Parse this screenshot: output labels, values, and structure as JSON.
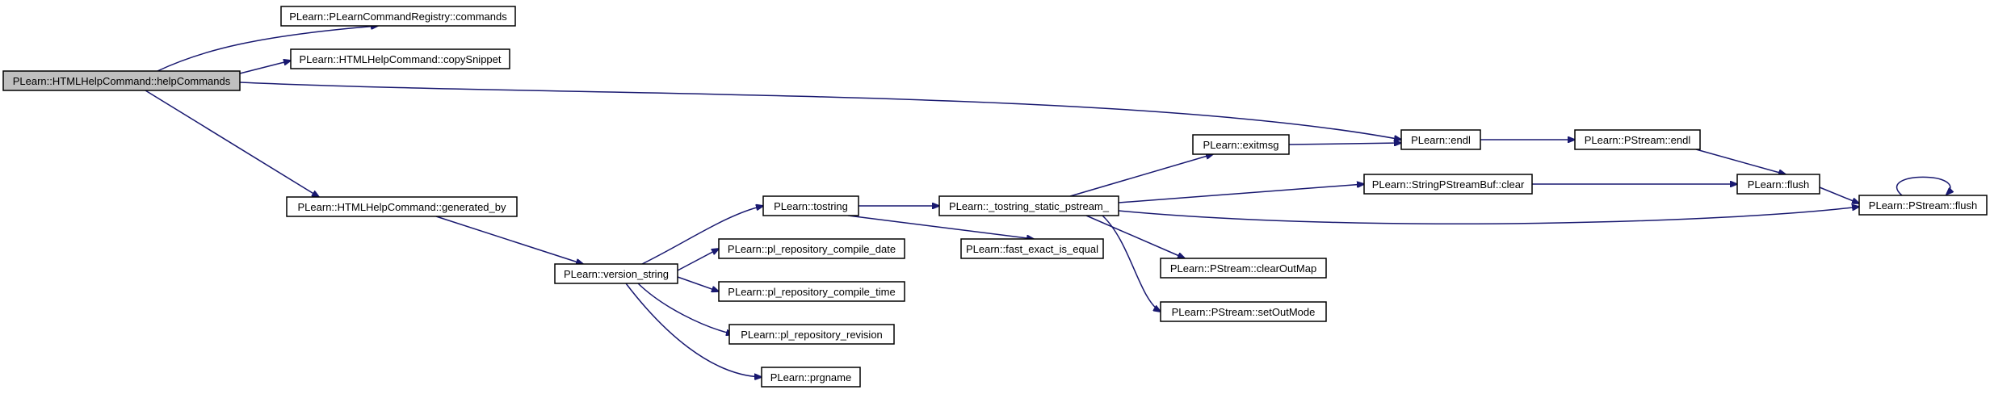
{
  "colors": {
    "edge": "#191970",
    "node_fill": "#ffffff",
    "root_fill": "#bfbfbf",
    "border": "#000000"
  },
  "nodes": [
    {
      "id": "helpCommands",
      "label": "PLearn::HTMLHelpCommand::helpCommands",
      "root": true
    },
    {
      "id": "commands",
      "label": "PLearn::PLearnCommandRegistry::commands"
    },
    {
      "id": "copySnippet",
      "label": "PLearn::HTMLHelpCommand::copySnippet"
    },
    {
      "id": "endl",
      "label": "PLearn::endl"
    },
    {
      "id": "generated_by",
      "label": "PLearn::HTMLHelpCommand::generated_by"
    },
    {
      "id": "version_string",
      "label": "PLearn::version_string"
    },
    {
      "id": "tostring",
      "label": "PLearn::tostring"
    },
    {
      "id": "compile_date",
      "label": "PLearn::pl_repository_compile_date"
    },
    {
      "id": "compile_time",
      "label": "PLearn::pl_repository_compile_time"
    },
    {
      "id": "revision",
      "label": "PLearn::pl_repository_revision"
    },
    {
      "id": "prgname",
      "label": "PLearn::prgname"
    },
    {
      "id": "tostring_static",
      "label": "PLearn::_tostring_static_pstream_"
    },
    {
      "id": "fast_exact",
      "label": "PLearn::fast_exact_is_equal"
    },
    {
      "id": "exitmsg",
      "label": "PLearn::exitmsg"
    },
    {
      "id": "sbuf_clear",
      "label": "PLearn::StringPStreamBuf::clear"
    },
    {
      "id": "clearOutMap",
      "label": "PLearn::PStream::clearOutMap"
    },
    {
      "id": "setOutMode",
      "label": "PLearn::PStream::setOutMode"
    },
    {
      "id": "pstream_endl",
      "label": "PLearn::PStream::endl"
    },
    {
      "id": "flush",
      "label": "PLearn::flush"
    },
    {
      "id": "pstream_flush",
      "label": "PLearn::PStream::flush"
    }
  ],
  "edges": [
    {
      "from": "helpCommands",
      "to": "commands"
    },
    {
      "from": "helpCommands",
      "to": "copySnippet"
    },
    {
      "from": "helpCommands",
      "to": "endl"
    },
    {
      "from": "helpCommands",
      "to": "generated_by"
    },
    {
      "from": "generated_by",
      "to": "version_string"
    },
    {
      "from": "version_string",
      "to": "tostring"
    },
    {
      "from": "version_string",
      "to": "compile_date"
    },
    {
      "from": "version_string",
      "to": "compile_time"
    },
    {
      "from": "version_string",
      "to": "revision"
    },
    {
      "from": "version_string",
      "to": "prgname"
    },
    {
      "from": "tostring",
      "to": "tostring_static"
    },
    {
      "from": "tostring",
      "to": "fast_exact"
    },
    {
      "from": "tostring_static",
      "to": "exitmsg"
    },
    {
      "from": "tostring_static",
      "to": "sbuf_clear"
    },
    {
      "from": "tostring_static",
      "to": "pstream_flush"
    },
    {
      "from": "tostring_static",
      "to": "clearOutMap"
    },
    {
      "from": "tostring_static",
      "to": "setOutMode"
    },
    {
      "from": "exitmsg",
      "to": "endl"
    },
    {
      "from": "endl",
      "to": "pstream_endl"
    },
    {
      "from": "pstream_endl",
      "to": "flush"
    },
    {
      "from": "sbuf_clear",
      "to": "flush"
    },
    {
      "from": "flush",
      "to": "pstream_flush"
    },
    {
      "from": "pstream_flush",
      "to": "pstream_flush"
    }
  ]
}
